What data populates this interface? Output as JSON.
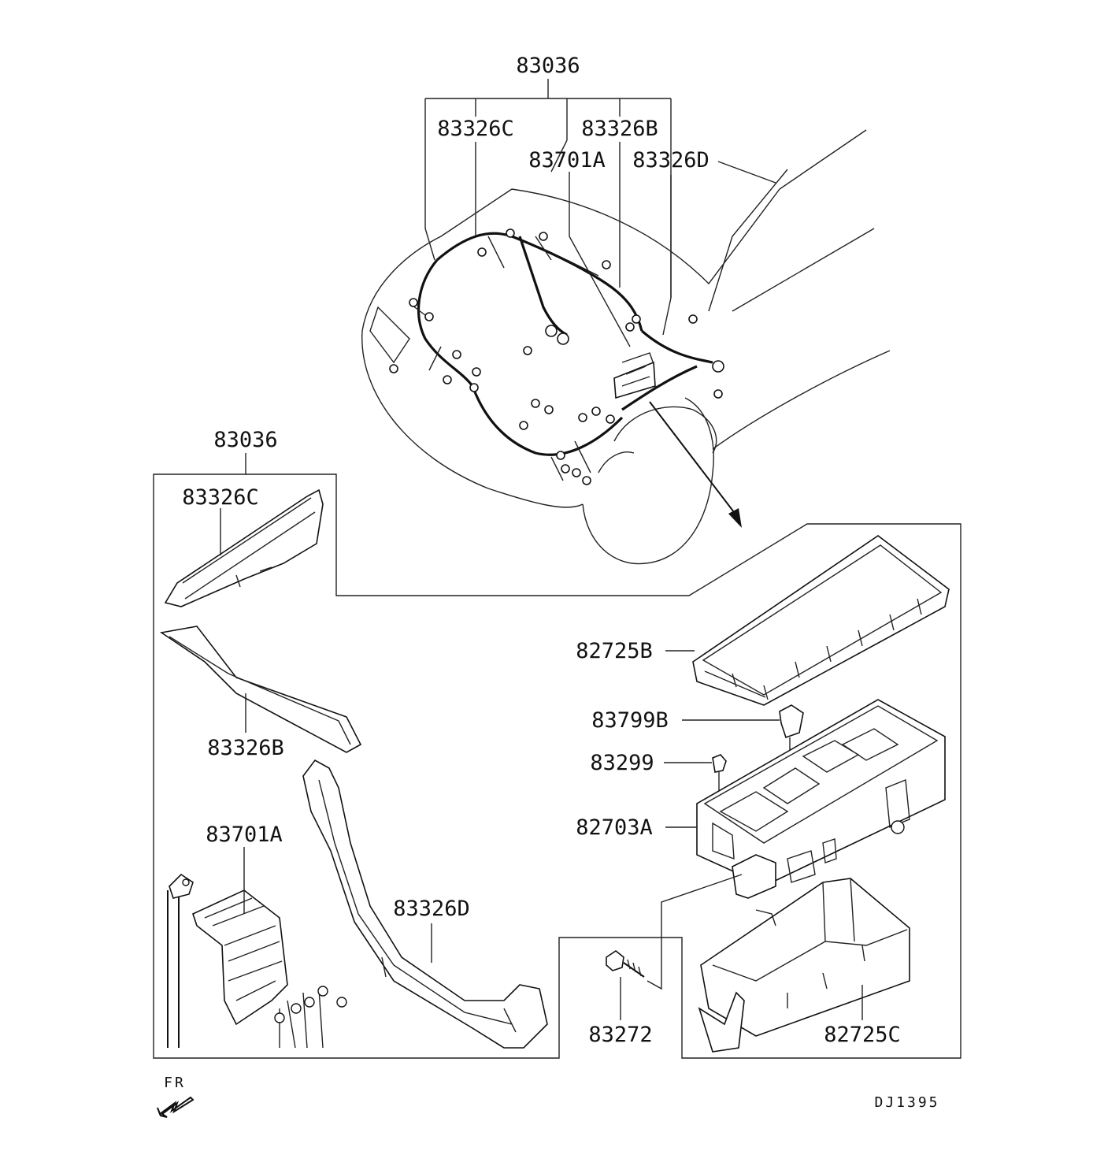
{
  "diagram": {
    "labels": {
      "top_assembly": "83036",
      "top_c": "83326C",
      "top_b": "83326B",
      "top_701a": "83701A",
      "top_d": "83326D",
      "left_assembly": "83036",
      "left_c": "83326C",
      "left_b": "83326B",
      "left_701a": "83701A",
      "left_d": "83326D",
      "r_725b": "82725B",
      "r_799b": "83799B",
      "r_299": "83299",
      "r_703a": "82703A",
      "r_272": "83272",
      "r_725c": "82725C"
    },
    "direction": "FR",
    "code": "DJ1395"
  }
}
